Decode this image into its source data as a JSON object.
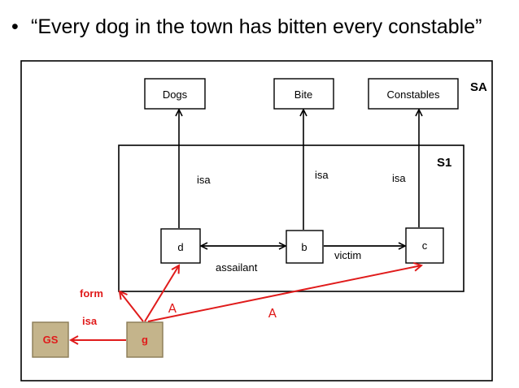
{
  "slide": {
    "bullet": "•",
    "title": "“Every dog in the town has bitten every constable”"
  },
  "spaces": {
    "outer": "SA",
    "inner": "S1"
  },
  "nodes": {
    "dogs": "Dogs",
    "bite": "Bite",
    "constables": "Constables",
    "d": "d",
    "b": "b",
    "c": "c",
    "gs": "GS",
    "g": "g"
  },
  "edges": {
    "isa_d": "isa",
    "isa_b": "isa",
    "isa_c": "isa",
    "assailant": "assailant",
    "victim": "victim",
    "form": "form",
    "isa_g": "isa",
    "forall_1": "∀",
    "forall_2": "∀"
  },
  "colors": {
    "accent": "#e01b1b",
    "gbox_fill": "#c4b48b",
    "gbox_stroke": "#8a7b55"
  }
}
